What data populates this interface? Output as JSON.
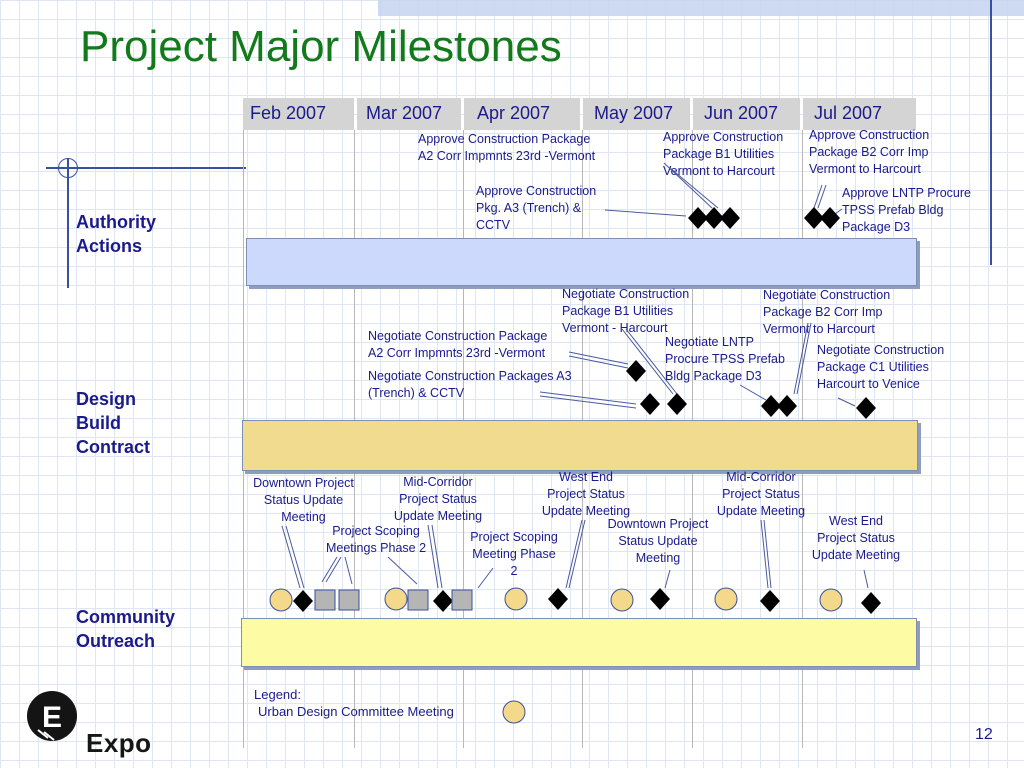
{
  "title": "Project Major Milestones",
  "months": [
    "Feb 2007",
    "Mar 2007",
    "Apr 2007",
    "May 2007",
    "Jun 2007",
    "Jul 2007"
  ],
  "sections": {
    "authority": "Authority\nActions",
    "design": "Design\nBuild\nContract",
    "community": "Community\nOutreach"
  },
  "authority_notes": {
    "a2_approve": "Approve Construction Package\nA2 Corr Impmnts 23rd -Vermont",
    "a3_approve": "Approve Construction\nPkg. A3 (Trench) &\nCCTV",
    "b1_approve": "Approve Construction\nPackage B1 Utilities\nVermont to Harcourt",
    "b2_approve": "Approve Construction\nPackage B2 Corr Imp\nVermont to Harcourt",
    "lntp_approve": "Approve LNTP Procure\nTPSS Prefab Bldg\nPackage D3"
  },
  "design_notes": {
    "a2_negotiate": "Negotiate Construction Package\nA2 Corr Impmnts 23rd -Vermont",
    "a3_negotiate": "Negotiate Construction Packages A3\n(Trench) & CCTV",
    "b1_negotiate": "Negotiate Construction\nPackage B1 Utilities\nVermont - Harcourt",
    "lntp_negotiate": "Negotiate LNTP\nProcure TPSS Prefab\nBldg Package D3",
    "b2_negotiate": "Negotiate Construction\nPackage B2 Corr Imp\nVermont to Harcourt",
    "c1_negotiate": "Negotiate Construction\nPackage C1 Utilities\nHarcourt to Venice"
  },
  "community_notes": {
    "downtown_1": "Downtown Project\nStatus Update\nMeeting",
    "scoping_1": "Project Scoping\nMeetings Phase 2",
    "midcorridor_1": "Mid-Corridor\nProject Status\nUpdate Meeting",
    "scoping_2": "Project Scoping\nMeeting Phase\n2",
    "westend_1": "West End\nProject Status\nUpdate Meeting",
    "downtown_2": "Downtown Project\nStatus Update\nMeeting",
    "midcorridor_2": "Mid-Corridor\nProject Status\nUpdate Meeting",
    "westend_2": "West End\nProject Status\nUpdate Meeting"
  },
  "legend": {
    "label": "Legend:",
    "item": "Urban Design Committee Meeting"
  },
  "logo": {
    "letter": "E",
    "text": "Expo"
  },
  "page_number": "12",
  "colors": {
    "title": "#127a1a",
    "text": "#1a1a8c",
    "authority_band": "#ccd9fc",
    "design_band": "#f1db8e",
    "community_band": "#fdfca5",
    "meeting_circle": "#f4d98a",
    "scoping_square": "#b5b5b5",
    "milestone_diamond": "#000000"
  }
}
